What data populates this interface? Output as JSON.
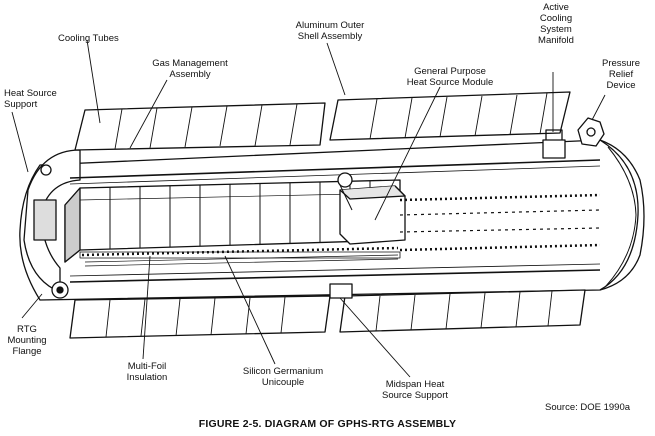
{
  "labels": {
    "cooling_tubes": "Cooling Tubes",
    "aluminum_outer_shell": [
      "Aluminum Outer",
      "Shell Assembly"
    ],
    "active_cooling_manifold": [
      "Active",
      "Cooling",
      "System",
      "Manifold"
    ],
    "gas_management": [
      "Gas Management",
      "Assembly"
    ],
    "general_purpose_heat_source": [
      "General Purpose",
      "Heat Source Module"
    ],
    "pressure_relief": [
      "Pressure",
      "Relief",
      "Device"
    ],
    "heat_source_support": [
      "Heat Source",
      "Support"
    ],
    "rtg_mounting_flange": [
      "RTG",
      "Mounting",
      "Flange"
    ],
    "multi_foil_insulation": [
      "Multi-Foil",
      "Insulation"
    ],
    "silicon_germanium_unicouple": [
      "Silicon Germanium",
      "Unicouple"
    ],
    "midspan_heat_source_support": [
      "Midspan Heat",
      "Source Support"
    ]
  },
  "source": "Source:  DOE 1990a",
  "caption": "FIGURE 2-5.  DIAGRAM OF GPHS-RTG ASSEMBLY"
}
